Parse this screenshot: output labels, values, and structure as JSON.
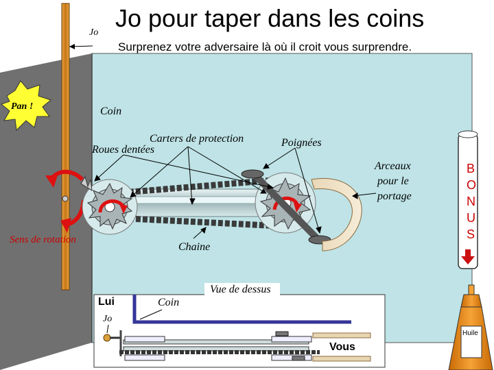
{
  "title": "Jo pour taper dans les coins",
  "subtitle": "Surprenez votre adversaire là où il croit vous surprendre.",
  "labels": {
    "jo": "Jo",
    "pan": "Pan !",
    "coin": "Coin",
    "carters": "Carters de protection",
    "roues": "Roues dentées",
    "poignees": "Poignées",
    "arceaux_1": "Arceaux",
    "arceaux_2": "pour le",
    "arceaux_3": "portage",
    "sens": "Sens de rotation",
    "chaine": "Chaine",
    "vue_dessus": "Vue de dessus",
    "lui": "Lui",
    "coin_top": "Coin",
    "jo_top": "Jo",
    "vous": "Vous",
    "huile": "Huile"
  },
  "bonus": [
    "B",
    "O",
    "N",
    "U",
    "S"
  ],
  "colors": {
    "wall_front": "#bfe3e6",
    "wall_side": "#707070",
    "stick": "#d98c2a",
    "arrow_red": "#dd1111",
    "bonus_text": "#cc0000",
    "oil_bottle": "#f08a18"
  }
}
